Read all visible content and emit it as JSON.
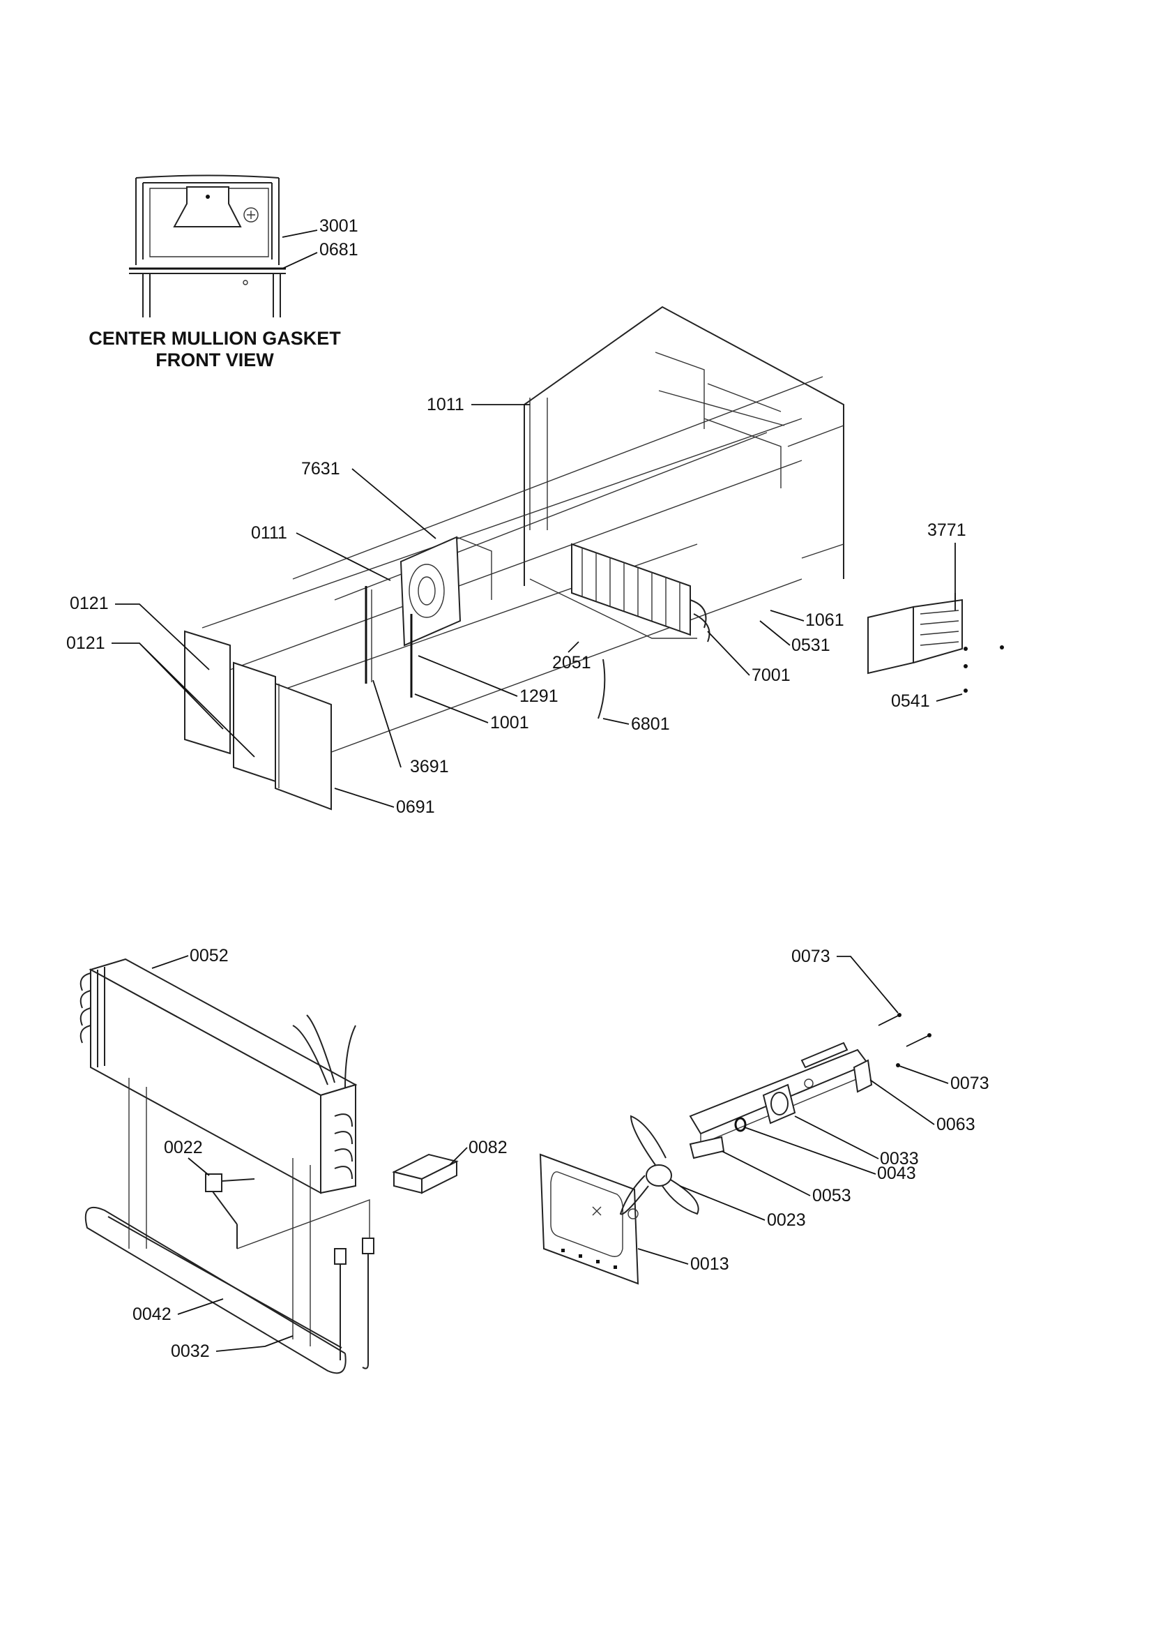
{
  "caption": {
    "line1": "CENTER MULLION GASKET",
    "line2": "FRONT VIEW"
  },
  "labels": {
    "p3001": "3001",
    "p0681": "0681",
    "p1011": "1011",
    "p7631": "7631",
    "p0111": "0111",
    "p3771": "3771",
    "p0121a": "0121",
    "p0121b": "0121",
    "p1061": "1061",
    "p0531": "0531",
    "p2051": "2051",
    "p7001": "7001",
    "p1291": "1291",
    "p6801": "6801",
    "p0541": "0541",
    "p1001": "1001",
    "p3691": "3691",
    "p0691": "0691",
    "p0052": "0052",
    "p0022": "0022",
    "p0082": "0082",
    "p0042": "0042",
    "p0032": "0032",
    "p0073a": "0073",
    "p0073b": "0073",
    "p0063": "0063",
    "p0033": "0033",
    "p0043": "0043",
    "p0053": "0053",
    "p0023": "0023",
    "p0013": "0013"
  }
}
